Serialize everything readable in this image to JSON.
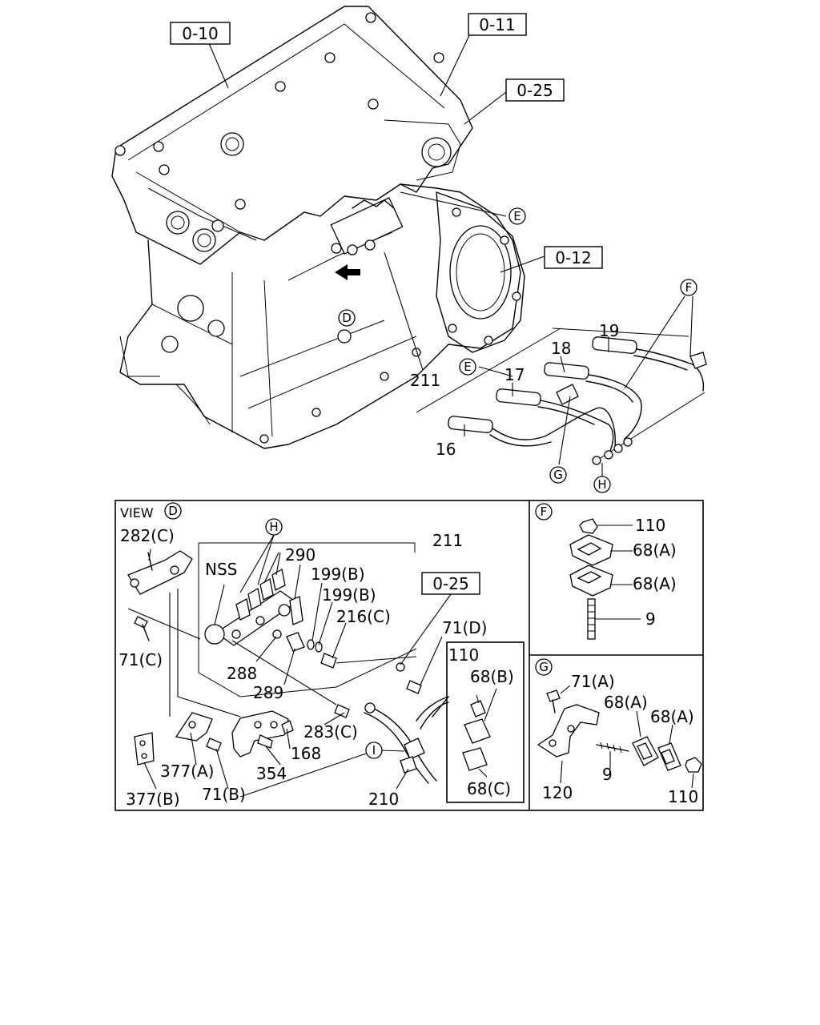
{
  "refs": {
    "r010": "0-10",
    "r011": "0-11",
    "r025a": "0-25",
    "r012": "0-12",
    "r025b": "0-25"
  },
  "circles": {
    "E1": "E",
    "D1": "D",
    "F1": "F",
    "E2": "E",
    "G1": "G",
    "H1": "H",
    "D2": "D",
    "H2": "H",
    "F2": "F",
    "G2": "G",
    "I1": "I"
  },
  "top_labels": {
    "p19": "19",
    "p18": "18",
    "p17": "17",
    "p16": "16",
    "p211": "211"
  },
  "view": {
    "title": "VIEW",
    "labels": {
      "l282c": "282(C)",
      "l211": "211",
      "lnss": "NSS",
      "l290": "290",
      "l199b1": "199(B)",
      "l199b2": "199(B)",
      "l216c": "216(C)",
      "l71d": "71(D)",
      "l71c": "71(C)",
      "l288": "288",
      "l289": "289",
      "l283c": "283(C)",
      "l168": "168",
      "l354": "354",
      "l377a": "377(A)",
      "l71b": "71(B)",
      "l377b": "377(B)",
      "l210": "210"
    },
    "inset": {
      "l110": "110",
      "l68b": "68(B)",
      "l68c": "68(C)"
    }
  },
  "panel_f": {
    "l110": "110",
    "l68a1": "68(A)",
    "l68a2": "68(A)",
    "l9": "9"
  },
  "panel_g": {
    "l71a": "71(A)",
    "l68a1": "68(A)",
    "l68a2": "68(A)",
    "l9": "9",
    "l120": "120",
    "l110": "110"
  }
}
